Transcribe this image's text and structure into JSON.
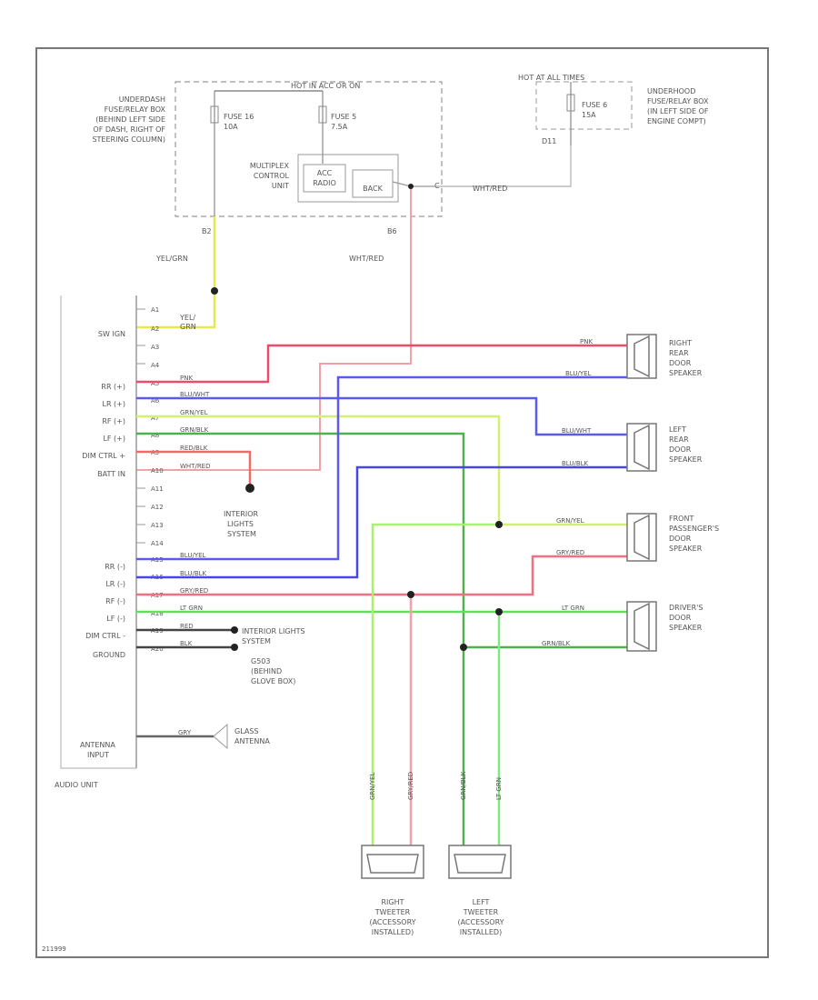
{
  "fuse_box_left": {
    "label_lines": [
      "UNDERDASH",
      "FUSE/RELAY BOX",
      "(BEHIND LEFT SIDE",
      "OF DASH, RIGHT OF",
      "STEERING COLUMN)"
    ],
    "power_label": "HOT IN ACC OR ON",
    "fuse1": [
      "FUSE 16",
      "10A"
    ],
    "fuse2": [
      "FUSE 5",
      "7.5A"
    ],
    "mcu_lines": [
      "MULTIPLEX",
      "CONTROL",
      "UNIT"
    ],
    "acc_radio": [
      "ACC",
      "RADIO"
    ],
    "back": "BACK",
    "pin_c": "C",
    "pin_b2": "B2",
    "pin_b6": "B6"
  },
  "fuse_box_right": {
    "power_label": "HOT AT ALL TIMES",
    "fuse": [
      "FUSE 6",
      "15A"
    ],
    "label_lines": [
      "UNDERHOOD",
      "FUSE/RELAY BOX",
      "(IN LEFT SIDE OF",
      "ENGINE COMPT)"
    ],
    "connector": "D11"
  },
  "wire_labels": {
    "yel_grn": "YEL/GRN",
    "wht_red": "WHT/RED",
    "wht_red_top": "WHT/RED",
    "yel_grn_short": [
      "YEL/",
      "GRN"
    ]
  },
  "audio_unit": {
    "name": "AUDIO UNIT",
    "antenna_input": [
      "ANTENNA",
      "INPUT"
    ],
    "pins": [
      "A1",
      "A2",
      "A3",
      "A4",
      "A5",
      "A6",
      "A7",
      "A8",
      "A9",
      "A10",
      "A11",
      "A12",
      "A13",
      "A14",
      "A15",
      "A16",
      "A17",
      "A18",
      "A19",
      "A20"
    ],
    "functions": {
      "sw_ign": "SW IGN",
      "rr_plus": "RR (+)",
      "lr_plus": "LR (+)",
      "rf_plus": "RF (+)",
      "lf_plus": "LF (+)",
      "dim_ctrl_plus": "DIM CTRL +",
      "batt_in": "BATT IN",
      "rr_minus": "RR (-)",
      "lr_minus": "LR (-)",
      "rf_minus": "RF (-)",
      "lf_minus": "LF (-)",
      "dim_ctrl_minus": "DIM CTRL -",
      "ground": "GROUND"
    },
    "wires": {
      "a5": "PNK",
      "a6": "BLU/WHT",
      "a7": "GRN/YEL",
      "a8": "GRN/BLK",
      "a9": "RED/BLK",
      "a10": "WHT/RED",
      "a15": "BLU/YEL",
      "a16": "BLU/BLK",
      "a17": "GRY/RED",
      "a18": "LT GRN",
      "a19": "RED",
      "a20": "BLK"
    }
  },
  "interior_lights_1": [
    "INTERIOR",
    "LIGHTS",
    "SYSTEM"
  ],
  "interior_lights_2": [
    "INTERIOR LIGHTS",
    "SYSTEM"
  ],
  "ground_g503": [
    "G503",
    "(BEHIND",
    "GLOVE BOX)"
  ],
  "antenna": {
    "wire": "GRY",
    "label": [
      "GLASS",
      "ANTENNA"
    ]
  },
  "speakers": {
    "right_rear": {
      "label": [
        "RIGHT",
        "REAR",
        "DOOR",
        "SPEAKER"
      ],
      "top_wire": "PNK",
      "bot_wire": "BLU/YEL"
    },
    "left_rear": {
      "label": [
        "LEFT",
        "REAR",
        "DOOR",
        "SPEAKER"
      ],
      "top_wire": "BLU/WHT",
      "bot_wire": "BLU/BLK"
    },
    "front_pass": {
      "label": [
        "FRONT",
        "PASSENGER'S",
        "DOOR",
        "SPEAKER"
      ],
      "top_wire": "GRN/YEL",
      "bot_wire": "GRY/RED"
    },
    "driver": {
      "label": [
        "DRIVER'S",
        "DOOR",
        "SPEAKER"
      ],
      "top_wire": "LT GRN",
      "bot_wire": "GRN/BLK"
    }
  },
  "tweeters": {
    "right": {
      "label": [
        "RIGHT",
        "TWEETER",
        "(ACCESSORY",
        "INSTALLED)"
      ],
      "wire1": "GRN/YEL",
      "wire2": "GRY/RED"
    },
    "left": {
      "label": [
        "LEFT",
        "TWEETER",
        "(ACCESSORY",
        "INSTALLED)"
      ],
      "wire1": "GRN/BLK",
      "wire2": "LT GRN"
    }
  },
  "footer_code": "211999"
}
